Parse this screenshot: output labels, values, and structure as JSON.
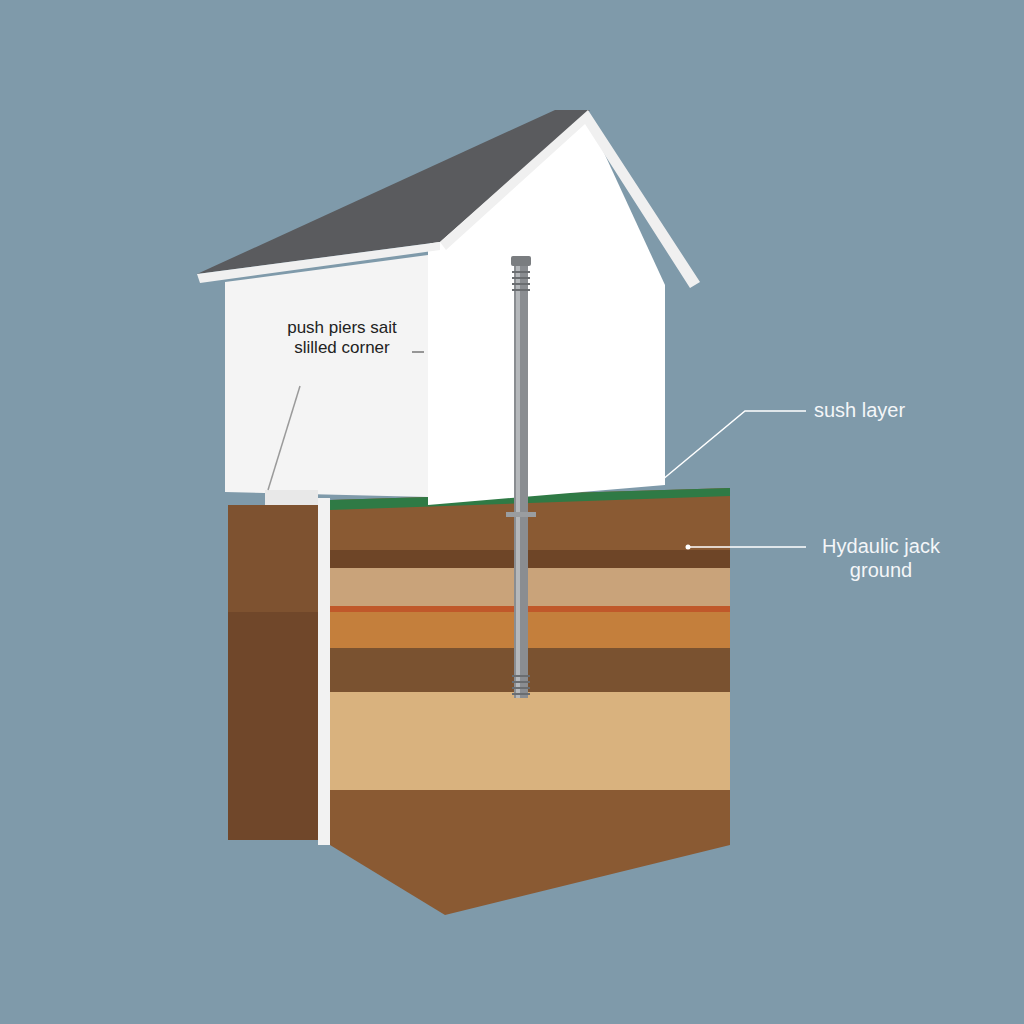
{
  "diagram": {
    "labels": [
      "push piers sait slilled corner",
      "sush layer",
      "Hydaulic jack ground"
    ]
  }
}
